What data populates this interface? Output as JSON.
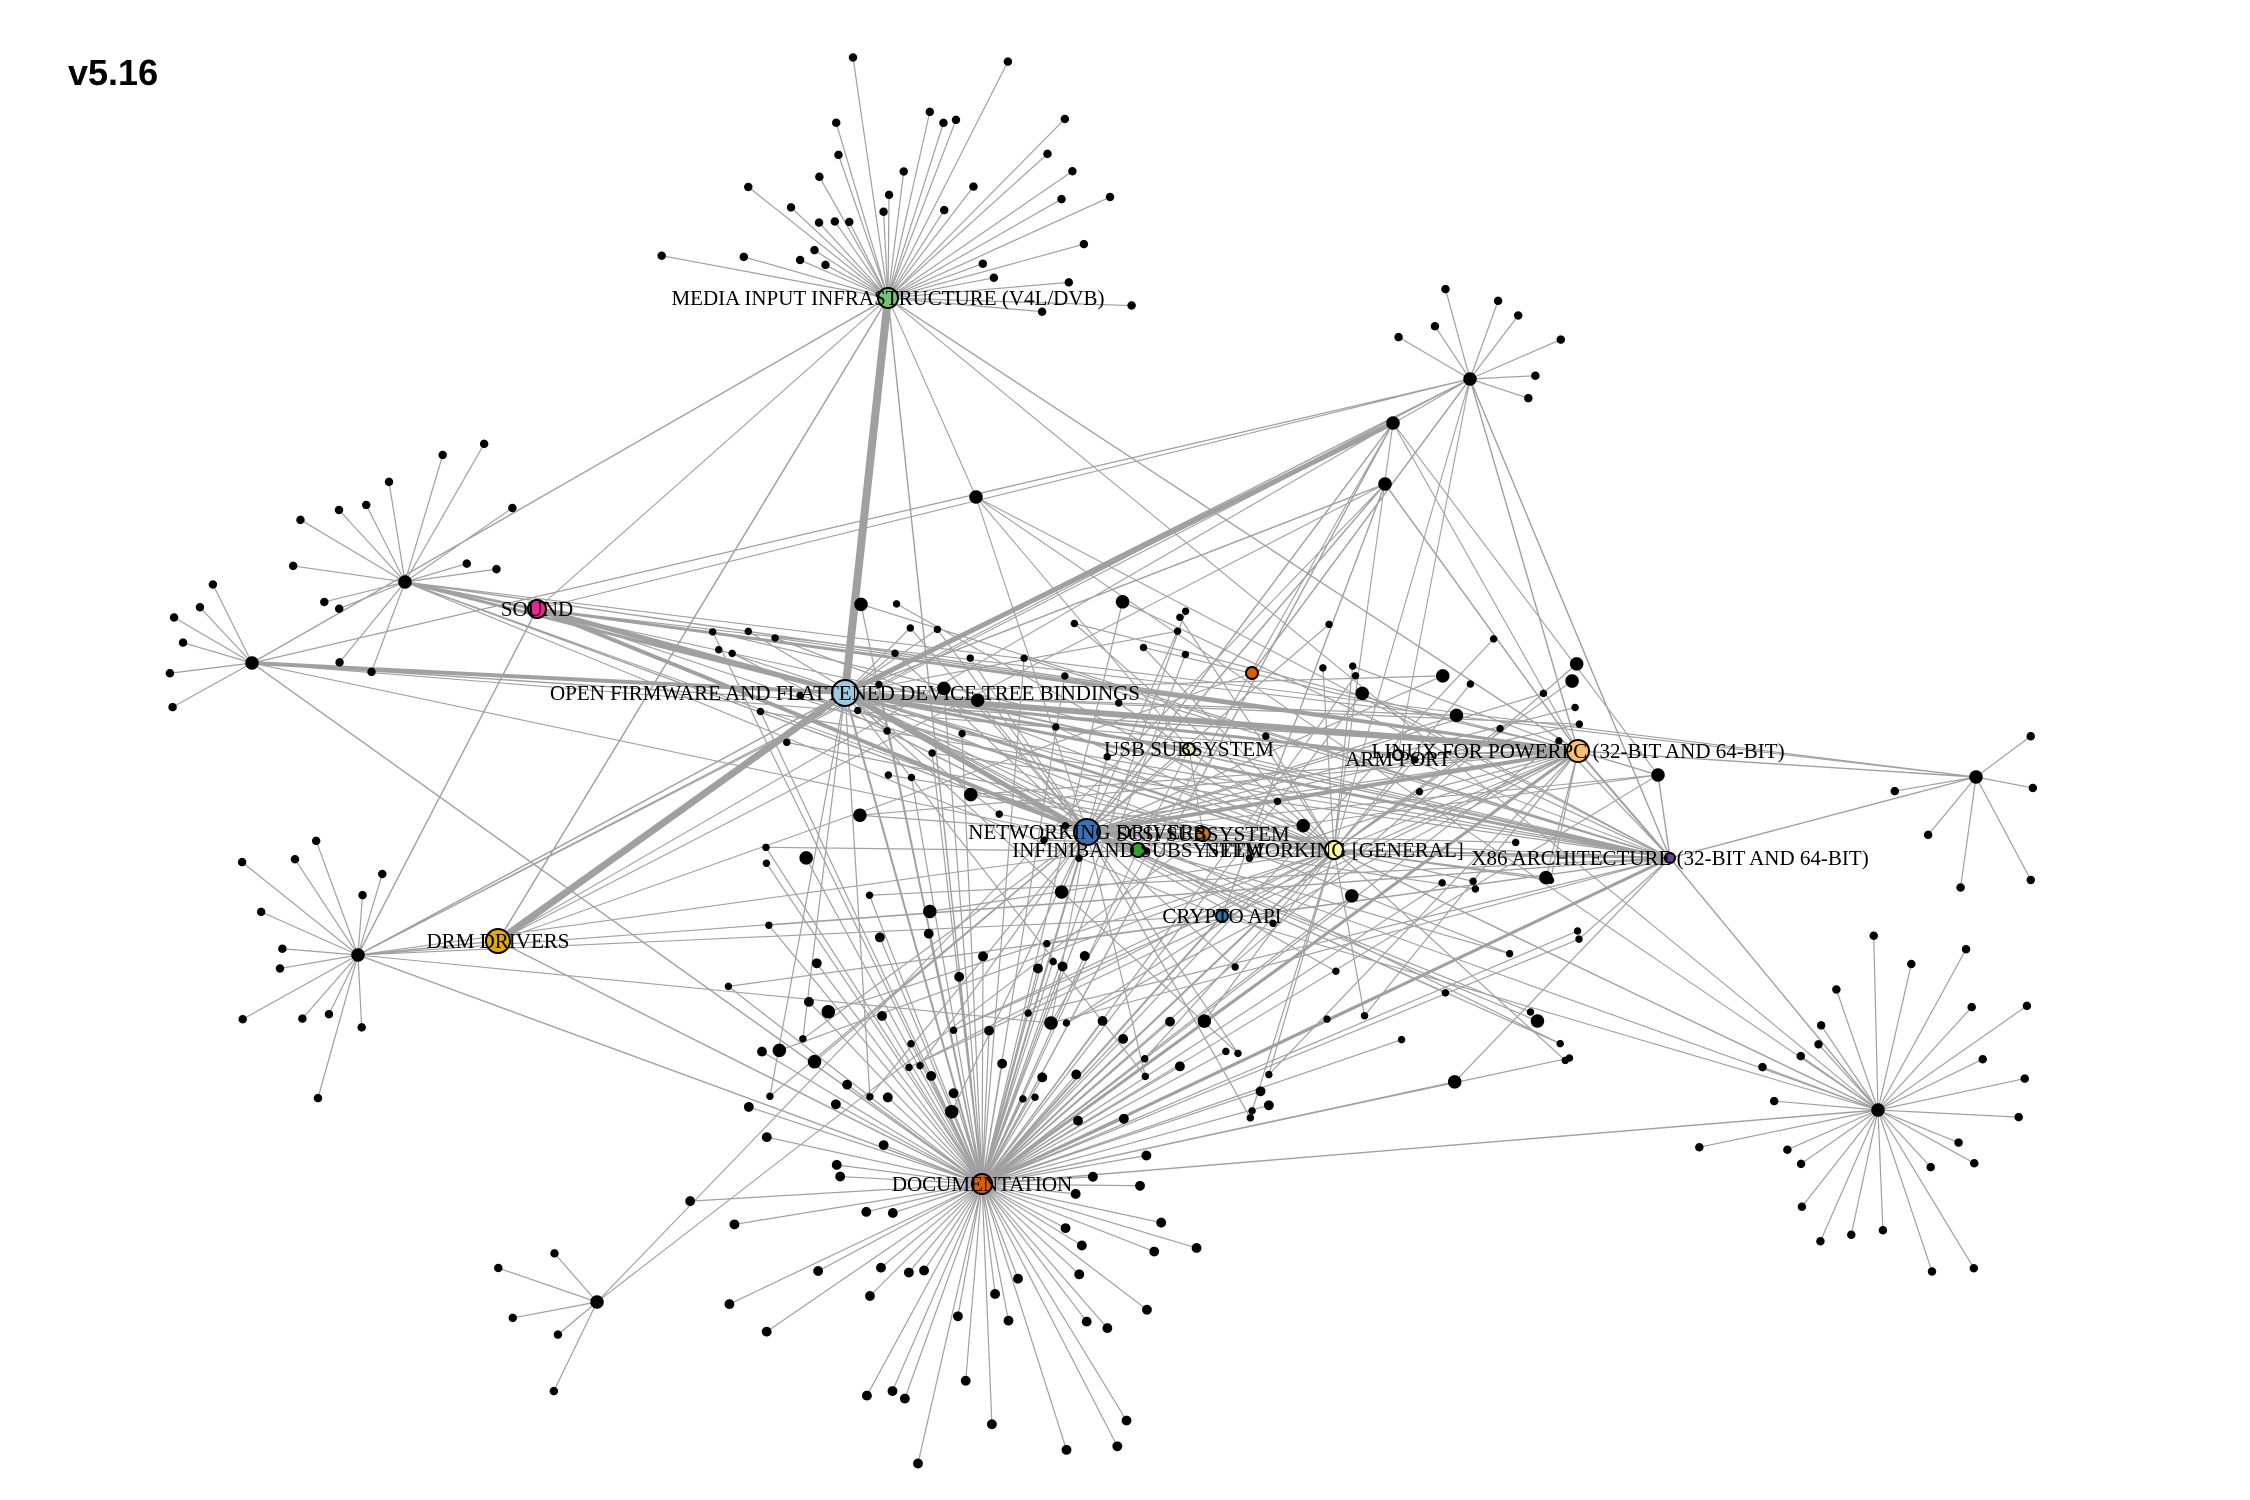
{
  "title": "v5.16",
  "edge_color": "#a0a0a0",
  "minor_node_color": "#000000",
  "subsystems": [
    {
      "id": "media",
      "label": "MEDIA INPUT INFRASTRUCTURE (V4L/DVB)",
      "color": "#74c476"
    },
    {
      "id": "sound",
      "label": "SOUND",
      "color": "#e7298a"
    },
    {
      "id": "of",
      "label": "OPEN FIRMWARE AND FLATTENED DEVICE TREE BINDINGS",
      "color": "#9ecae1"
    },
    {
      "id": "usb",
      "label": "USB SUBSYSTEM",
      "color": "#d9f0a3"
    },
    {
      "id": "ppc",
      "label": "LINUX FOR POWERPC (32-BIT AND 64-BIT)",
      "color": "#fdbf6f"
    },
    {
      "id": "arm",
      "label": "ARM PORT",
      "color": "#cccccc"
    },
    {
      "id": "netdrv",
      "label": "NETWORKING DRIVERS",
      "color": "#3b6fb6"
    },
    {
      "id": "scsi",
      "label": "SCSI SUBSYSTEM",
      "color": "#c8781e"
    },
    {
      "id": "ib",
      "label": "INFINIBAND SUBSYSTEM",
      "color": "#33a02c"
    },
    {
      "id": "netgen",
      "label": "NETWORKING [GENERAL]",
      "color": "#ffff99"
    },
    {
      "id": "x86",
      "label": "X86 ARCHITECTURE (32-BIT AND 64-BIT)",
      "color": "#6a3d9a"
    },
    {
      "id": "crypto",
      "label": "CRYPTO API",
      "color": "#1f78b4"
    },
    {
      "id": "drm",
      "label": "DRM DRIVERS",
      "color": "#e6ab02"
    },
    {
      "id": "doc",
      "label": "DOCUMENTATION",
      "color": "#d95f02"
    },
    {
      "id": "misc",
      "label": "",
      "color": "#d95f02"
    }
  ]
}
